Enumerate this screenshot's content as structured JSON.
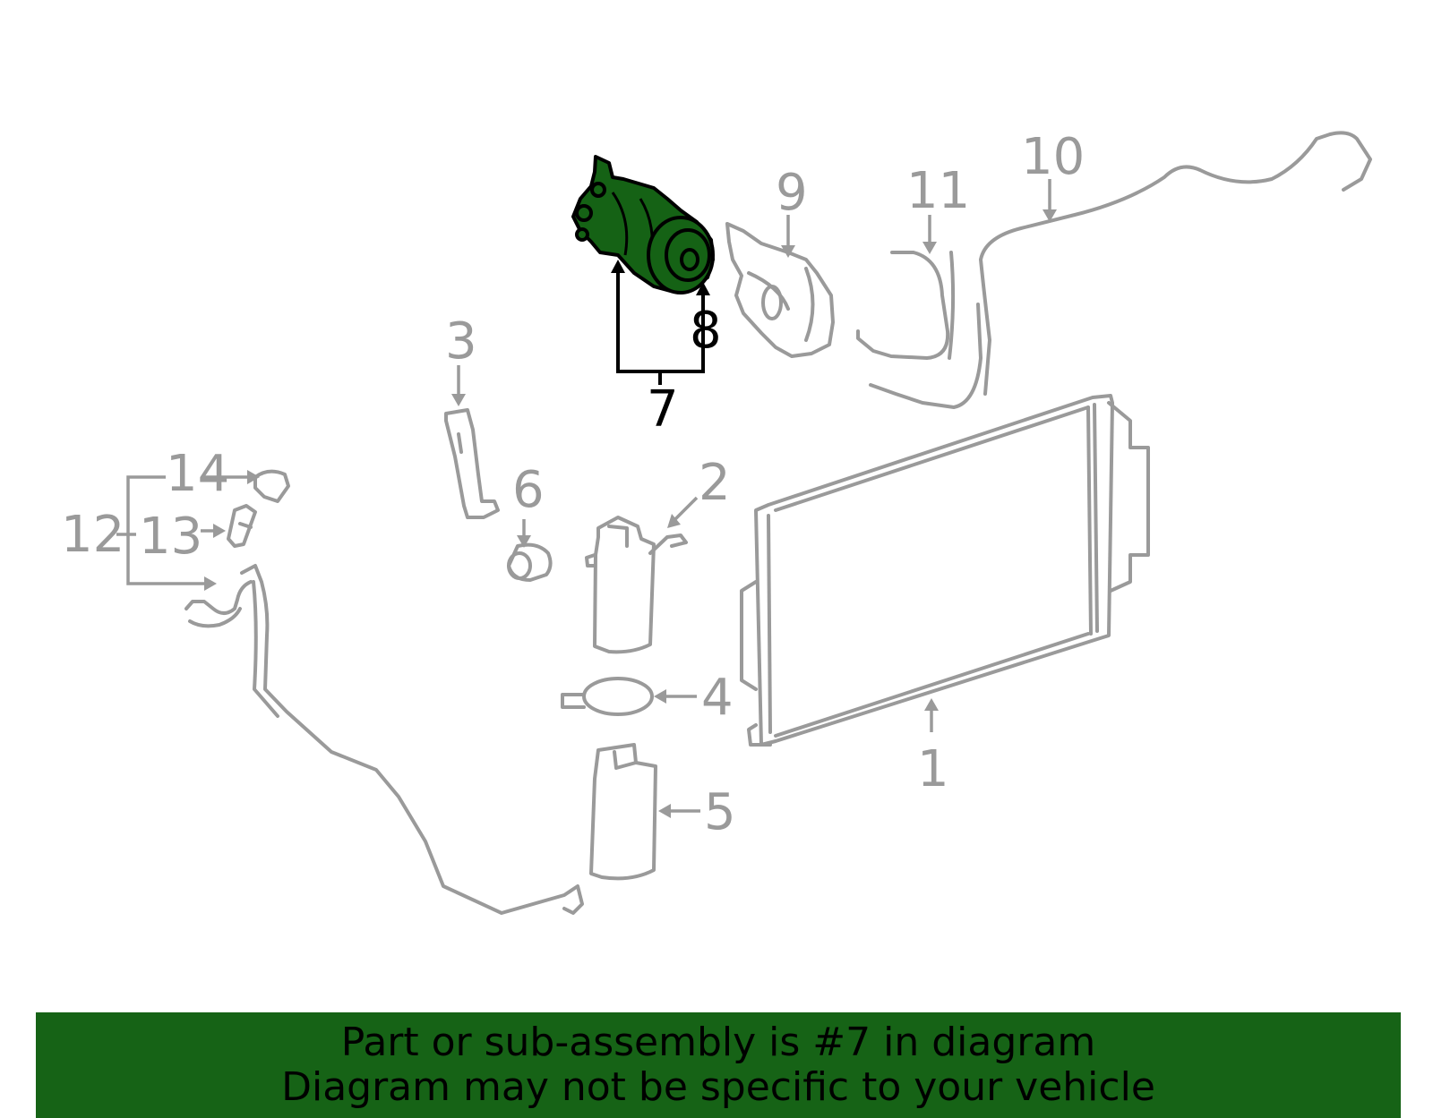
{
  "callouts": {
    "c1": "1",
    "c2": "2",
    "c3": "3",
    "c4": "4",
    "c5": "5",
    "c6": "6",
    "c7": "7",
    "c8": "8",
    "c9": "9",
    "c10": "10",
    "c11": "11",
    "c12": "12",
    "c13": "13",
    "c14": "14"
  },
  "highlight": {
    "part": "7",
    "color": "#156215"
  },
  "banner": {
    "line1": "Part or sub-assembly is #7 in diagram",
    "line2": "Diagram may not be specific to your vehicle",
    "color": "#166316"
  }
}
